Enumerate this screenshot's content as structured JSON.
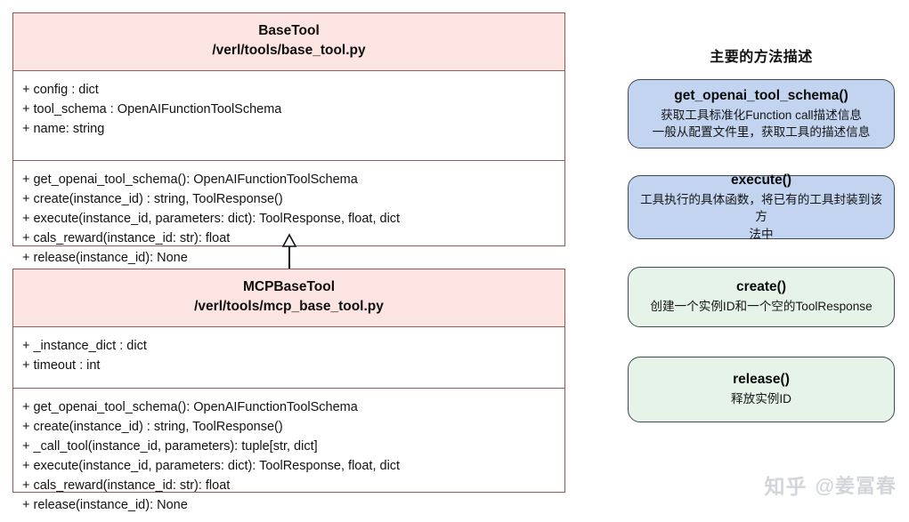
{
  "diagram": {
    "classes": [
      {
        "name": "BaseTool",
        "path": "/verl/tools/base_tool.py",
        "attributes": [
          "+ config : dict",
          "+ tool_schema : OpenAIFunctionToolSchema",
          "+ name: string"
        ],
        "methods": [
          "+ get_openai_tool_schema(): OpenAIFunctionToolSchema",
          "+ create(instance_id) : string, ToolResponse()",
          "+ execute(instance_id, parameters: dict): ToolResponse, float, dict",
          "+ cals_reward(instance_id: str): float",
          "+ release(instance_id): None"
        ]
      },
      {
        "name": "MCPBaseTool",
        "path": "/verl/tools/mcp_base_tool.py",
        "attributes": [
          "+ _instance_dict : dict",
          "+ timeout : int"
        ],
        "methods": [
          "+ get_openai_tool_schema(): OpenAIFunctionToolSchema",
          "+ create(instance_id) : string, ToolResponse()",
          "+ _call_tool(instance_id, parameters): tuple[str, dict]",
          "+ execute(instance_id, parameters: dict): ToolResponse, float, dict",
          "+ cals_reward(instance_id: str): float",
          "+ release(instance_id): None"
        ]
      }
    ],
    "relation": {
      "type": "inheritance",
      "from": "MCPBaseTool",
      "to": "BaseTool",
      "arrow": "hollow-triangle"
    }
  },
  "methods_panel": {
    "title": "主要的方法描述",
    "cards": [
      {
        "name": "get_openai_tool_schema()",
        "description_lines": [
          "获取工具标准化Function call描述信息",
          "一般从配置文件里，获取工具的描述信息"
        ],
        "color": "#c2d4ef"
      },
      {
        "name": "execute()",
        "description_lines": [
          "工具执行的具体函数，将已有的工具封装到该方",
          "法中"
        ],
        "color": "#c2d4ef"
      },
      {
        "name": "create()",
        "description_lines": [
          "创建一个实例ID和一个空的ToolResponse"
        ],
        "color": "#e6f3e9"
      },
      {
        "name": "release()",
        "description_lines": [
          "释放实例ID"
        ],
        "color": "#e6f3e9"
      }
    ]
  },
  "watermark": {
    "logo": "知乎",
    "handle": "@姜冨春"
  },
  "colors": {
    "class_header_bg": "#fbe4e1",
    "class_border": "#8a5f5f",
    "card_blue": "#c2d4ef",
    "card_green": "#e6f3e9",
    "card_border": "#3f4a52",
    "page_bg": "#ffffff"
  }
}
